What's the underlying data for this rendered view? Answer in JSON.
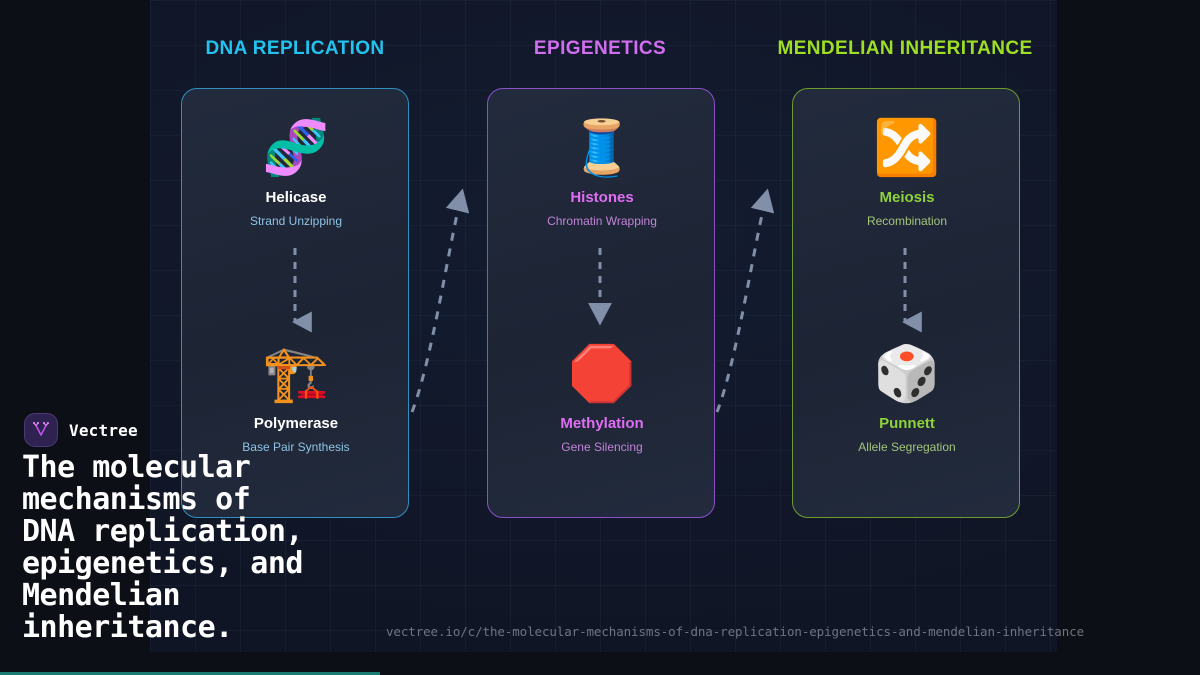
{
  "brand": {
    "name": "Vectree",
    "logo_icon": "vectree-tree-v-logo"
  },
  "caption": "The molecular\nmechanisms of\nDNA replication,\nepigenetics, and\nMendelian\ninheritance.",
  "url": "vectree.io/c/the-molecular-mechanisms-of-dna-replication-epigenetics-and-mendelian-inheritance",
  "colors": {
    "background": "#0d0f16",
    "canvas": "#101525",
    "cyan": "#22c3ee",
    "magenta": "#d16ef0",
    "green": "#9ede25",
    "connector": "#8190a8"
  },
  "columns": [
    {
      "heading": "DNA REPLICATION",
      "accent": "#22c3ee",
      "nodes": [
        {
          "icon": "dna-helix-icon",
          "glyph": "🧬",
          "title": "Helicase",
          "subtitle": "Strand Unzipping"
        },
        {
          "icon": "construction-crane-icon",
          "glyph": "🏗️",
          "title": "Polymerase",
          "subtitle": "Base Pair Synthesis"
        }
      ]
    },
    {
      "heading": "EPIGENETICS",
      "accent": "#d16ef0",
      "nodes": [
        {
          "icon": "thread-spool-icon",
          "glyph": "🧵",
          "title": "Histones",
          "subtitle": "Chromatin Wrapping"
        },
        {
          "icon": "red-octagon-stop-icon",
          "glyph": "🛑",
          "title": "Methylation",
          "subtitle": "Gene Silencing"
        }
      ]
    },
    {
      "heading": "MENDELIAN INHERITANCE",
      "accent": "#9ede25",
      "nodes": [
        {
          "icon": "shuffle-arrows-icon",
          "glyph": "🔀",
          "title": "Meiosis",
          "subtitle": "Recombination"
        },
        {
          "icon": "game-die-icon",
          "glyph": "🎲",
          "title": "Punnett",
          "subtitle": "Allele Segregation"
        }
      ]
    }
  ]
}
